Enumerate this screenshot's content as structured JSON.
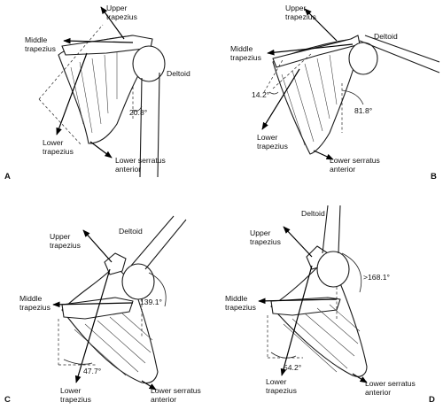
{
  "panels": [
    {
      "letter": "A",
      "labels": {
        "upper": [
          "Upper",
          "trapezius"
        ],
        "middle": [
          "Middle",
          "trapezius"
        ],
        "deltoid": [
          "Deltoid"
        ],
        "lower": [
          "Lower",
          "trapezius"
        ],
        "serratus": [
          "Lower serratus",
          "anterior"
        ]
      },
      "angles": [
        "20.8°"
      ]
    },
    {
      "letter": "B",
      "labels": {
        "upper": [
          "Upper",
          "trapezius"
        ],
        "middle": [
          "Middle",
          "trapezius"
        ],
        "deltoid": [
          "Deltoid"
        ],
        "lower": [
          "Lower",
          "trapezius"
        ],
        "serratus": [
          "Lower serratus",
          "anterior"
        ]
      },
      "angles": [
        "14.2°",
        "81.8°"
      ]
    },
    {
      "letter": "C",
      "labels": {
        "upper": [
          "Upper",
          "trapezius"
        ],
        "middle": [
          "Middle",
          "trapezius"
        ],
        "deltoid": [
          "Deltoid"
        ],
        "lower": [
          "Lower",
          "trapezius"
        ],
        "serratus": [
          "Lower serratus",
          "anterior"
        ]
      },
      "angles": [
        "139.1°",
        "47.7°"
      ]
    },
    {
      "letter": "D",
      "labels": {
        "upper": [
          "Upper",
          "trapezius"
        ],
        "middle": [
          "Middle",
          "trapezius"
        ],
        "deltoid": [
          "Deltoid"
        ],
        "lower": [
          "Lower",
          "trapezius"
        ],
        "serratus": [
          "Lower serratus",
          "anterior"
        ]
      },
      "angles": [
        ">168.1°",
        "54.2°"
      ]
    }
  ]
}
